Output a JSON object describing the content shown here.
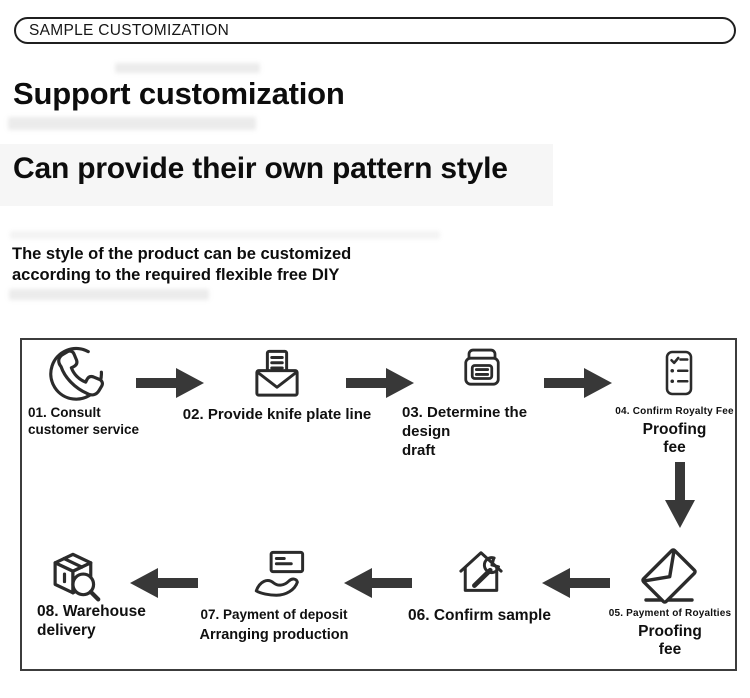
{
  "banner": {
    "label": "SAMPLE CUSTOMIZATION"
  },
  "headings": {
    "h1": "Support customization",
    "h2": "Can provide their own pattern style",
    "para1": "The style of the product can be customized",
    "para2": "according to the required flexible free DIY"
  },
  "colors": {
    "arrow": "#383838",
    "icon_stroke": "#2b2b2b",
    "band_bg": "#f6f6f6",
    "box_border": "#3c3c3c"
  },
  "flowchart": {
    "steps": [
      {
        "icon": "phone-icon",
        "label1": "01. Consult",
        "label2": "customer service"
      },
      {
        "icon": "envelope-letter-icon",
        "label1": "02. Provide knife plate line"
      },
      {
        "icon": "printer-icon",
        "label1": "03. Determine the design",
        "label2": "draft"
      },
      {
        "icon": "checklist-icon",
        "label1": "04. Confirm Royalty Fee",
        "fee1": "Proofing",
        "fee2": "fee"
      },
      {
        "icon": "tilted-envelope-icon",
        "label1": "05. Payment of Royalties",
        "fee1": "Proofing",
        "fee2": "fee"
      },
      {
        "icon": "house-wrench-icon",
        "label1": "06. Confirm sample"
      },
      {
        "icon": "hand-card-icon",
        "label1": "07. Payment of deposit",
        "label2": "Arranging production"
      },
      {
        "icon": "box-magnifier-icon",
        "label1": "08. Warehouse",
        "label2": "delivery"
      }
    ]
  }
}
